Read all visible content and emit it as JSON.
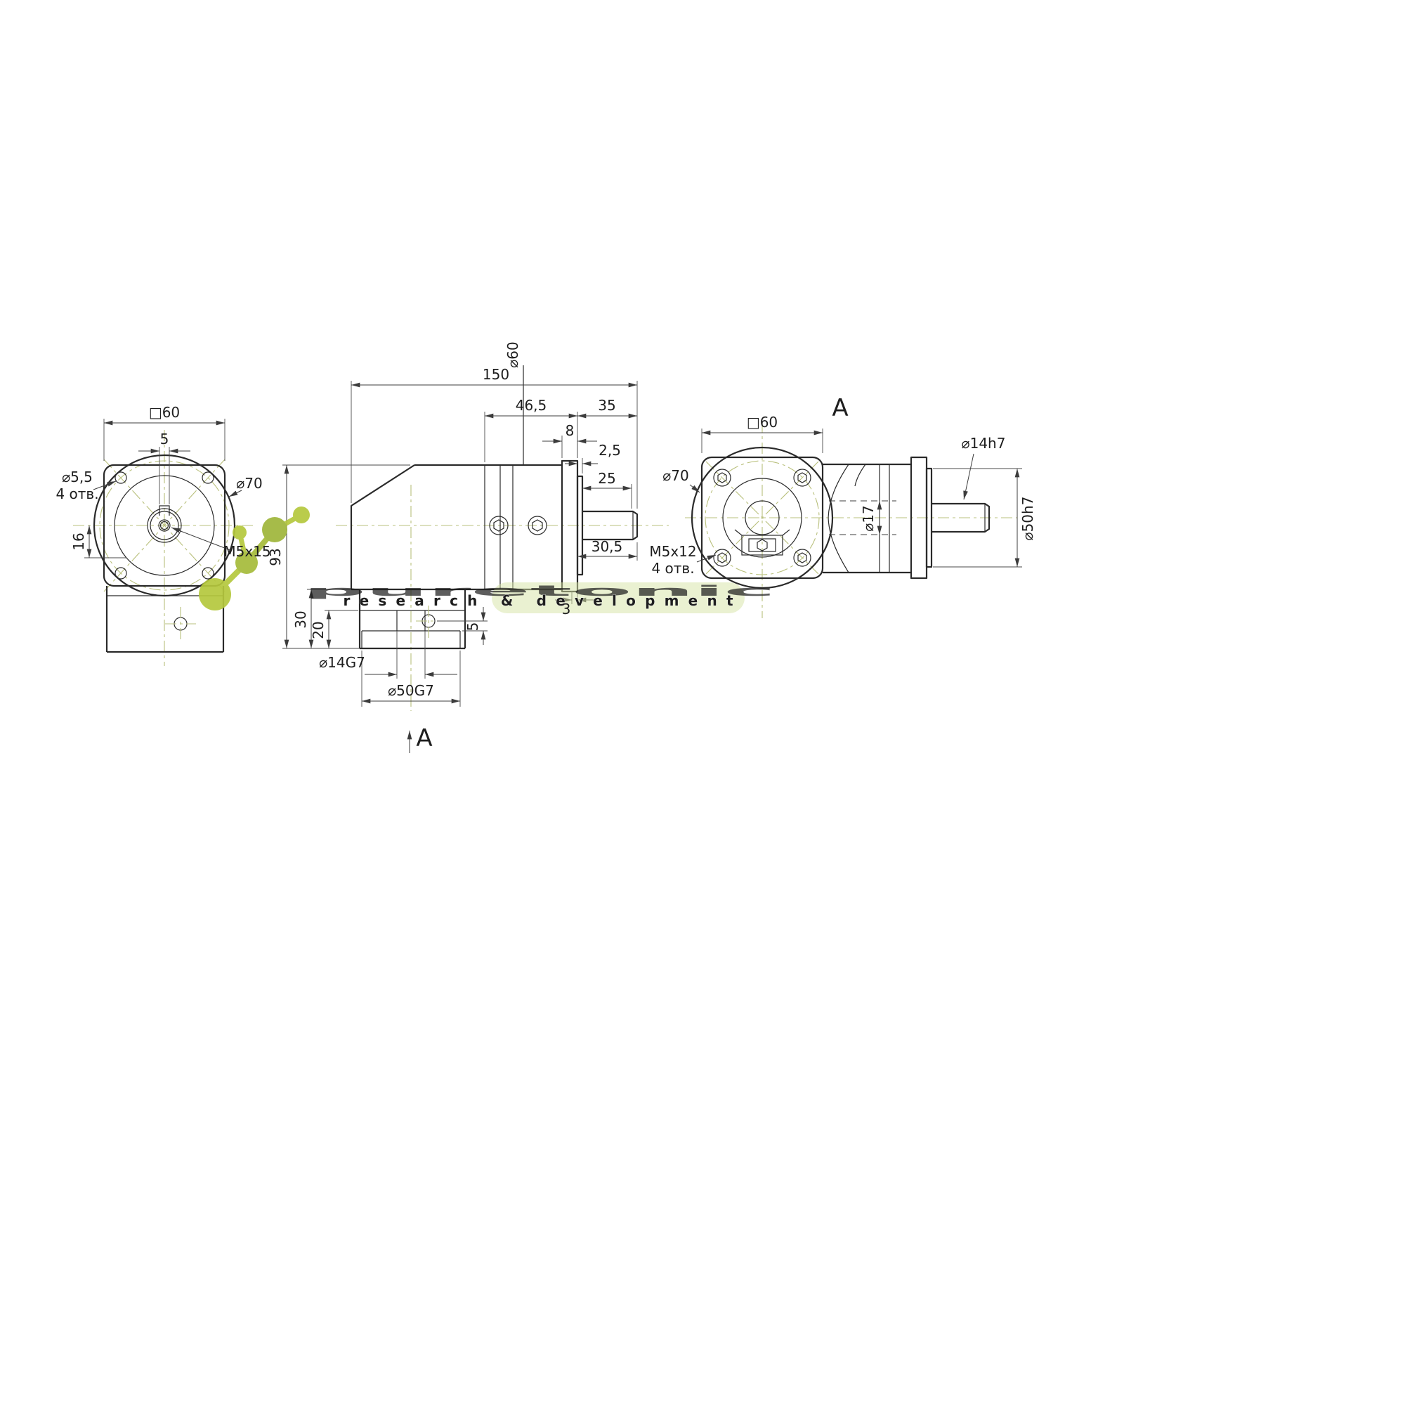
{
  "watermark": {
    "brand": "puretonic",
    "tagline": "research & development",
    "accent_green": "#b5c83d",
    "text_gray": "#cfcfcf"
  },
  "view_front": {
    "square": "□60",
    "key_width": "5",
    "hole_dia": "⌀5,5",
    "hole_count": "4 отв.",
    "offset_16": "16",
    "body_dia": "⌀70",
    "thread": "M5x15"
  },
  "view_side": {
    "housing_dia": "⌀60",
    "overall_len": "150",
    "len_46_5": "46,5",
    "len_35": "35",
    "flange_thk": "8",
    "spigot_thk": "2,5",
    "shaft_len": "25",
    "len_30_5": "30,5",
    "step_3": "3",
    "height_93": "93",
    "foot_30": "30",
    "foot_20": "20",
    "foot_5": "5",
    "bore_14": "⌀14G7",
    "pilot_50": "⌀50G7",
    "section_mark": "A"
  },
  "view_a": {
    "title": "A",
    "square": "□60",
    "body_dia": "⌀70",
    "thread": "M5x12",
    "hole_count": "4 отв.",
    "shaft_dia": "⌀14h7",
    "bore_17": "⌀17",
    "spigot_dia": "⌀50h7"
  }
}
